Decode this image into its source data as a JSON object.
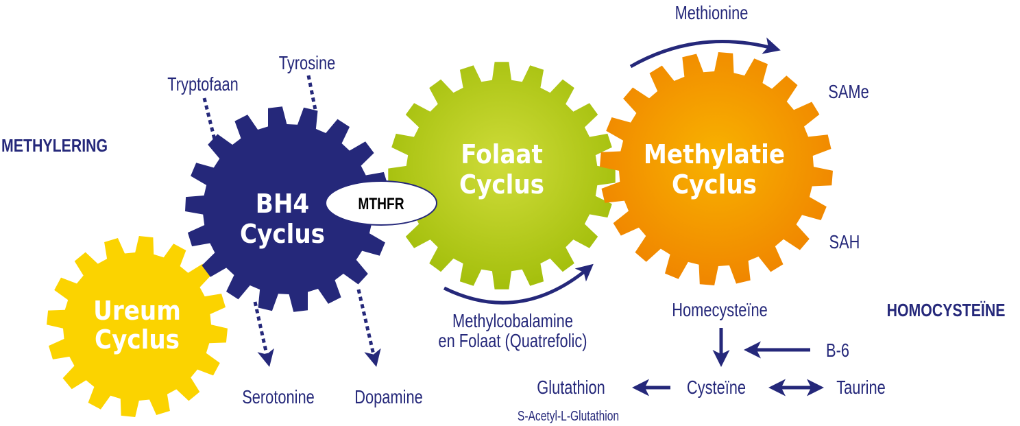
{
  "colors": {
    "navy": "#25287a",
    "yellow": "#fbd300",
    "green": "#a9c412",
    "orange": "#f39200"
  },
  "headings": {
    "methylering": "METHYLERING",
    "homocysteine": "HOMOCYSTEÏNE"
  },
  "gears": {
    "ureum": {
      "line1": "Ureum",
      "line2": "Cyclus"
    },
    "bh4": {
      "line1": "BH4",
      "line2": "Cyclus"
    },
    "folaat": {
      "line1": "Folaat",
      "line2": "Cyclus"
    },
    "methylatie": {
      "line1": "Methylatie",
      "line2": "Cyclus"
    }
  },
  "enzyme": "MTHFR",
  "labels": {
    "tryptofaan": "Tryptofaan",
    "tyrosine": "Tyrosine",
    "serotonine": "Serotonine",
    "dopamine": "Dopamine",
    "methionine": "Methionine",
    "same": "SAMe",
    "sah": "SAH",
    "methylcobalamine_1": "Methylcobalamine",
    "methylcobalamine_2": "en Folaat (Quatrefolic)",
    "homecysteine": "Homecysteïne",
    "b6": "B-6",
    "glutathion": "Glutathion",
    "s_acetyl": "S-Acetyl-L-Glutathion",
    "cysteine": "Cysteïne",
    "taurine": "Taurine"
  }
}
